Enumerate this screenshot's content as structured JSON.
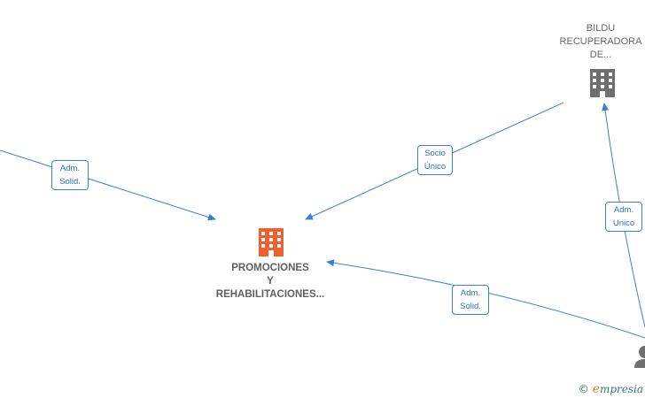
{
  "colors": {
    "edge": "#3b7fd4",
    "main_company_icon": "#f0602e",
    "company_icon": "#6f6f6f",
    "person_icon": "#6f6f6f"
  },
  "nodes": {
    "main_company": {
      "label": "PROMOCIONES\nY\nREHABILITACIONES...",
      "icon": "building-icon"
    },
    "bildu": {
      "label": "BILDU\nRECUPERADORA\nDE...",
      "icon": "building-icon"
    },
    "person": {
      "icon": "person-icon"
    }
  },
  "edges": [
    {
      "label": "Adm.\nSolid."
    },
    {
      "label": "Socio\nÚnico"
    },
    {
      "label": "Adm.\nUnico"
    },
    {
      "label": "Adm.\nSolid."
    }
  ],
  "brand": {
    "copyright": "©",
    "name_initial": "e",
    "name_rest": "mpresia"
  }
}
